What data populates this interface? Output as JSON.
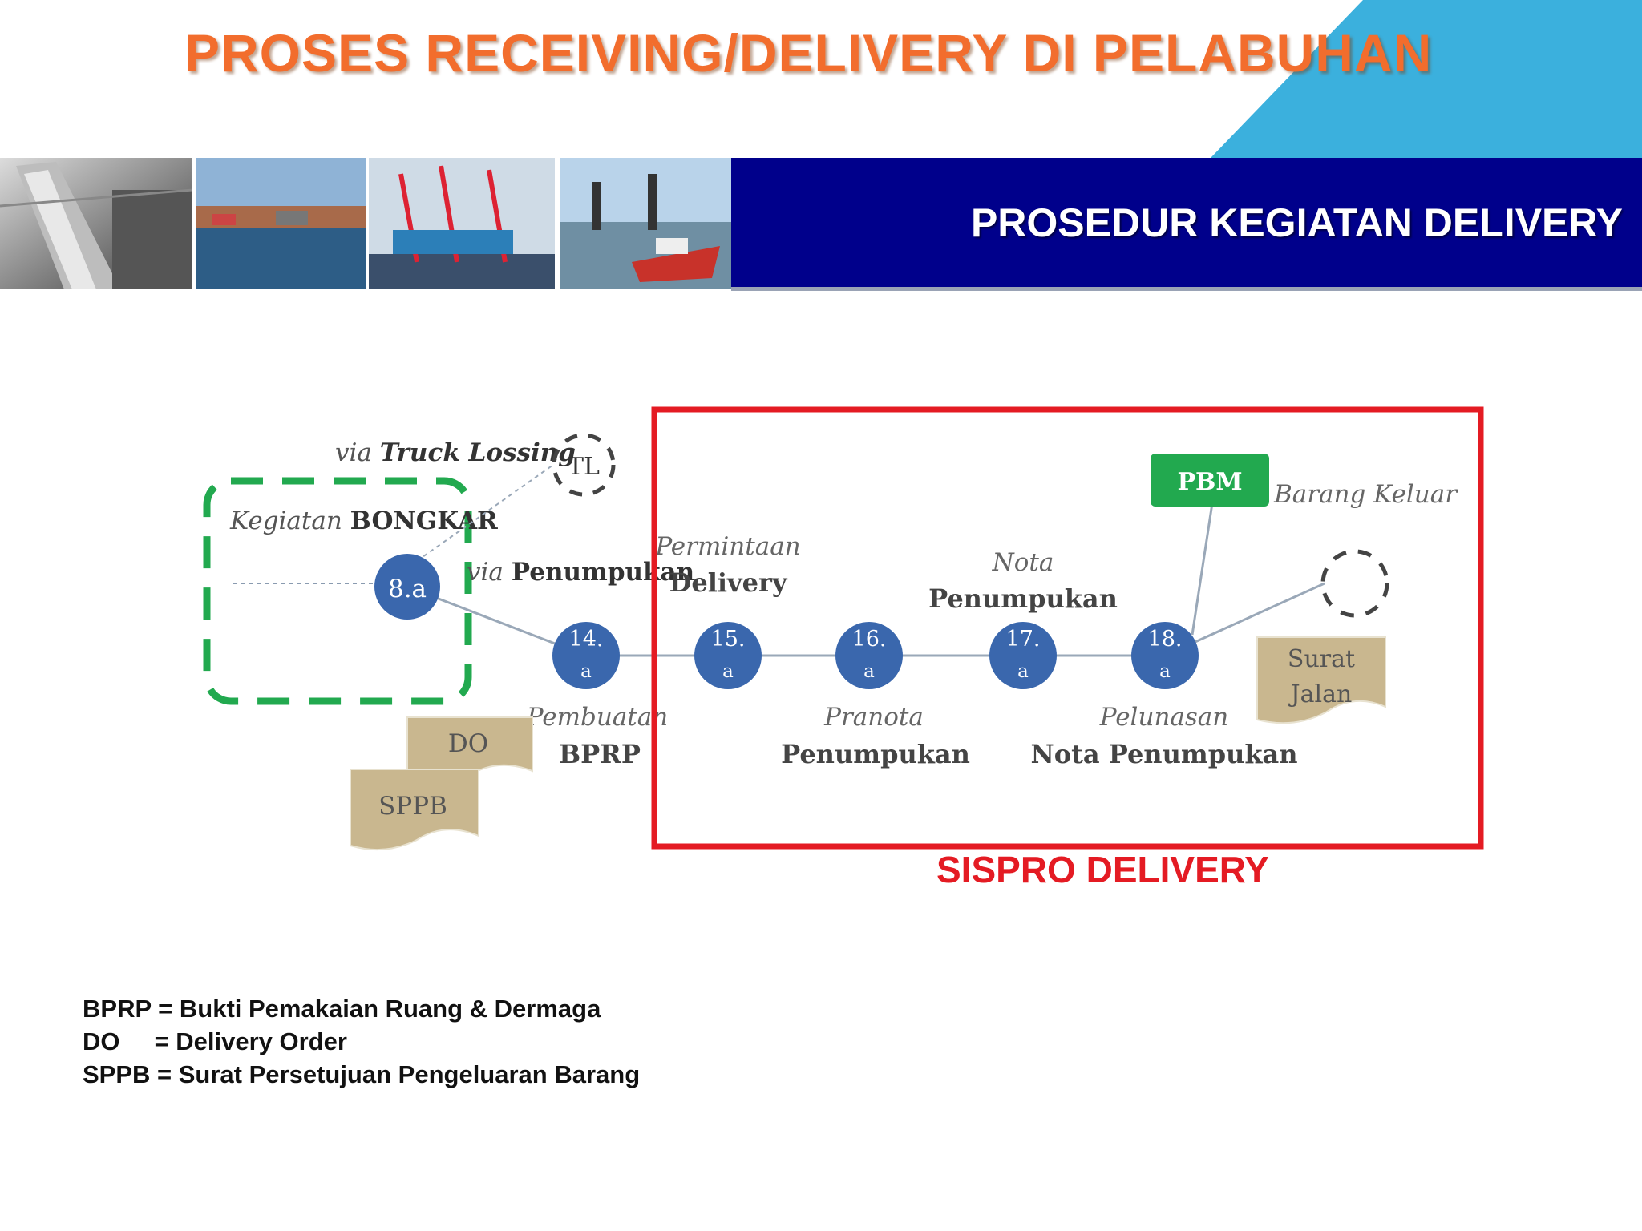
{
  "title": "PROSES RECEIVING/DELIVERY DI PELABUHAN",
  "banner": {
    "title": "PROSEDUR KEGIATAN DELIVERY"
  },
  "colors": {
    "title_orange": "#f26d2d",
    "banner_blue": "#00008b",
    "corner_cyan": "#3bb0dd",
    "node_blue": "#3a67ad",
    "green": "#22a94f",
    "red_box": "#e41b23",
    "doc_tan": "#c9b78f"
  },
  "diagram": {
    "via_truck_losing": {
      "prefix": "via ",
      "main": "Truck Lossing"
    },
    "tl_label": "TL",
    "bongkar": {
      "prefix": "Kegiatan ",
      "main": "BONGKAR"
    },
    "via_penumpukan": {
      "prefix": "via ",
      "main": "Penumpukan"
    },
    "nodes": [
      {
        "line1": "8.a",
        "line2": ""
      },
      {
        "line1": "14.",
        "line2": "a"
      },
      {
        "line1": "15.",
        "line2": "a"
      },
      {
        "line1": "16.",
        "line2": "a"
      },
      {
        "line1": "17.",
        "line2": "a"
      },
      {
        "line1": "18.",
        "line2": "a"
      }
    ],
    "labels": {
      "pembuatan": {
        "italic": "Pembuatan",
        "bold": "BPRP"
      },
      "permintaan": {
        "italic": "Permintaan",
        "bold": "Delivery"
      },
      "pranota": {
        "italic": "Pranota",
        "bold": "Penumpukan"
      },
      "nota": {
        "italic": "Nota",
        "bold": "Penumpukan"
      },
      "pelunasan": {
        "italic": "Pelunasan",
        "bold": "Nota Penumpukan"
      }
    },
    "pbm": "PBM",
    "barang_keluar": "Barang Keluar",
    "docs": {
      "do": "DO",
      "sppb": "SPPB",
      "surat_line1": "Surat",
      "surat_line2": "Jalan"
    }
  },
  "sispro_label": "SISPRO DELIVERY",
  "legend": [
    "BPRP = Bukti Pemakaian Ruang & Dermaga",
    "DO     = Delivery Order",
    "SPPB = Surat Persetujuan Pengeluaran Barang"
  ]
}
